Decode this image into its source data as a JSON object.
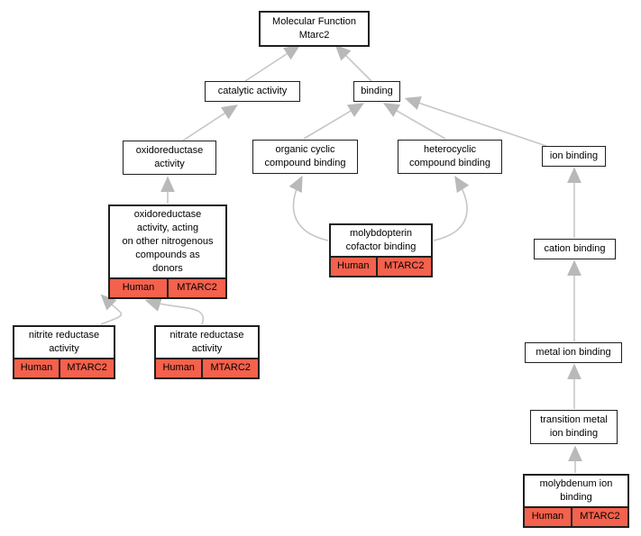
{
  "diagram": {
    "type": "gene-ontology-dag",
    "background": "#ffffff",
    "colors": {
      "annotation_fill": "#f4614d",
      "edge": "#c6c6c6",
      "arrowhead": "#b9b9b9",
      "node_border": "#1f1f1f",
      "node_fill": "#ffffff",
      "text": "#000000"
    },
    "nodes": [
      {
        "id": "mf-mtarc2",
        "label": "Molecular Function\nMtarc2"
      },
      {
        "id": "catalytic-activity",
        "label": "catalytic activity"
      },
      {
        "id": "binding",
        "label": "binding"
      },
      {
        "id": "oxidoreductase-activity",
        "label": "oxidoreductase\nactivity"
      },
      {
        "id": "organic-cyclic-compound-binding",
        "label": "organic cyclic\ncompound binding"
      },
      {
        "id": "heterocyclic-compound-binding",
        "label": "heterocyclic\ncompound binding"
      },
      {
        "id": "ion-binding",
        "label": "ion binding"
      },
      {
        "id": "oxidoreductase-nitrogenous-donors",
        "label": "oxidoreductase\nactivity, acting\non other nitrogenous\ncompounds as\ndonors",
        "organism": "Human",
        "gene": "MTARC2"
      },
      {
        "id": "molybdopterin-cofactor-binding",
        "label": "molybdopterin\ncofactor binding",
        "organism": "Human",
        "gene": "MTARC2"
      },
      {
        "id": "cation-binding",
        "label": "cation binding"
      },
      {
        "id": "nitrite-reductase-activity",
        "label": "nitrite reductase\nactivity",
        "organism": "Human",
        "gene": "MTARC2"
      },
      {
        "id": "nitrate-reductase-activity",
        "label": "nitrate reductase\nactivity",
        "organism": "Human",
        "gene": "MTARC2"
      },
      {
        "id": "metal-ion-binding",
        "label": "metal ion binding"
      },
      {
        "id": "transition-metal-ion-binding",
        "label": "transition metal\nion binding"
      },
      {
        "id": "molybdenum-ion-binding",
        "label": "molybdenum ion\nbinding",
        "organism": "Human",
        "gene": "MTARC2"
      }
    ],
    "edges": [
      {
        "from": "catalytic-activity",
        "to": "mf-mtarc2"
      },
      {
        "from": "binding",
        "to": "mf-mtarc2"
      },
      {
        "from": "oxidoreductase-activity",
        "to": "catalytic-activity"
      },
      {
        "from": "organic-cyclic-compound-binding",
        "to": "binding"
      },
      {
        "from": "heterocyclic-compound-binding",
        "to": "binding"
      },
      {
        "from": "ion-binding",
        "to": "binding"
      },
      {
        "from": "oxidoreductase-nitrogenous-donors",
        "to": "oxidoreductase-activity"
      },
      {
        "from": "nitrite-reductase-activity",
        "to": "oxidoreductase-nitrogenous-donors"
      },
      {
        "from": "nitrate-reductase-activity",
        "to": "oxidoreductase-nitrogenous-donors"
      },
      {
        "from": "molybdopterin-cofactor-binding",
        "to": "organic-cyclic-compound-binding"
      },
      {
        "from": "molybdopterin-cofactor-binding",
        "to": "heterocyclic-compound-binding"
      },
      {
        "from": "cation-binding",
        "to": "ion-binding"
      },
      {
        "from": "metal-ion-binding",
        "to": "cation-binding"
      },
      {
        "from": "transition-metal-ion-binding",
        "to": "metal-ion-binding"
      },
      {
        "from": "molybdenum-ion-binding",
        "to": "transition-metal-ion-binding"
      }
    ]
  }
}
